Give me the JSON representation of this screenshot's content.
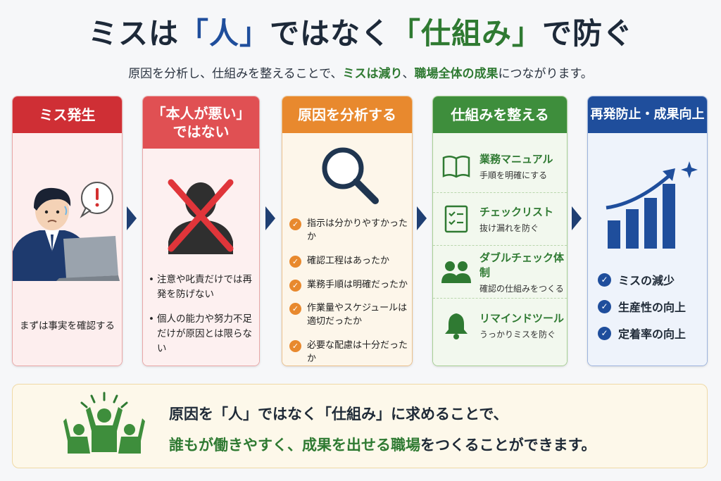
{
  "title": {
    "part1": "ミスは",
    "part2": "「人」",
    "part3": "ではなく",
    "part4": "「仕組み」",
    "part5": "で防ぐ"
  },
  "subtitle": {
    "part1": "原因を分析し、仕組みを整えることで、",
    "part2": "ミスは減り",
    "part3": "、",
    "part4": "職場全体の成果",
    "part5": "につながります。"
  },
  "steps": [
    {
      "header": "ミス発生",
      "caption": "まずは事実を確認する"
    },
    {
      "header_line1": "「本人が悪い」",
      "header_line2": "ではない",
      "bullets": [
        "注意や叱責だけでは再発を防げない",
        "個人の能力や努力不足だけが原因とは限らない"
      ]
    },
    {
      "header": "原因を分析する",
      "checks": [
        "指示は分かりやすかったか",
        "確認工程はあったか",
        "業務手順は明確だったか",
        "作業量やスケジュールは適切だったか",
        "必要な配慮は十分だったか"
      ]
    },
    {
      "header": "仕組みを整える",
      "tools": [
        {
          "title": "業務マニュアル",
          "desc": "手順を明確にする",
          "icon": "book-icon"
        },
        {
          "title": "チェックリスト",
          "desc": "抜け漏れを防ぐ",
          "icon": "checklist-icon"
        },
        {
          "title": "ダブルチェック体制",
          "desc": "確認の仕組みをつくる",
          "icon": "two-people-icon"
        },
        {
          "title": "リマインドツール",
          "desc": "うっかりミスを防ぐ",
          "icon": "bell-icon"
        }
      ]
    },
    {
      "header": "再発防止・成果向上",
      "results": [
        "ミスの減少",
        "生産性の向上",
        "定着率の向上"
      ]
    }
  ],
  "footer": {
    "line1": "原因を「人」ではなく「仕組み」に求めることで、",
    "line2_highlight": "誰もが働きやすく、成果を出せる職場",
    "line2_rest": "をつくることができます。"
  },
  "colors": {
    "navy": "#1f4e9c",
    "green": "#2f7a32",
    "red": "#cf2f35",
    "orange": "#e8892e"
  }
}
